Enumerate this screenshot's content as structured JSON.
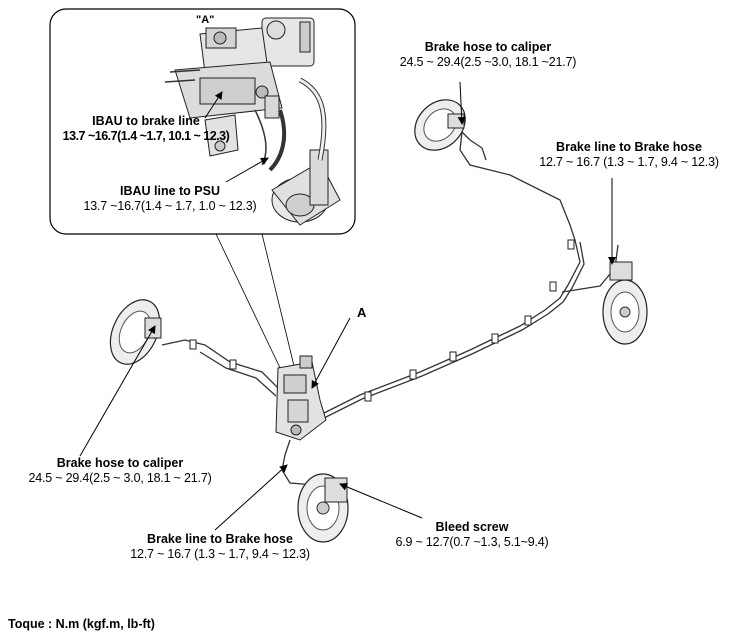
{
  "inset": {
    "tag": "\"A\"",
    "labels": [
      {
        "title": "IBAU to brake line",
        "value": "13.7 ~16.7(1.4 ~1.7, 10.1 ~ 12.3)"
      },
      {
        "title": "IBAU line to PSU",
        "value": "13.7 ~16.7(1.4 ~ 1.7, 1.0 ~ 12.3)"
      }
    ]
  },
  "main_labels": {
    "hose_caliper_top": {
      "title": "Brake hose to caliper",
      "value": "24.5 ~ 29.4(2.5 ~3.0, 18.1 ~21.7)"
    },
    "line_hose_right": {
      "title": "Brake line to Brake hose",
      "value": "12.7 ~ 16.7 (1.3 ~ 1.7, 9.4 ~ 12.3)"
    },
    "hose_caliper_left": {
      "title": "Brake hose to caliper",
      "value": "24.5 ~ 29.4(2.5 ~ 3.0, 18.1 ~ 21.7)"
    },
    "line_hose_bottom": {
      "title": "Brake line to Brake hose",
      "value": "12.7 ~ 16.7 (1.3 ~ 1.7, 9.4 ~ 12.3)"
    },
    "bleed_screw": {
      "title": "Bleed screw",
      "value": "6.9 ~ 12.7(0.7 ~1.3, 5.1~9.4)"
    }
  },
  "callout_letter": "A",
  "torque_note": "Toque : N.m (kgf.m, lb-ft)"
}
